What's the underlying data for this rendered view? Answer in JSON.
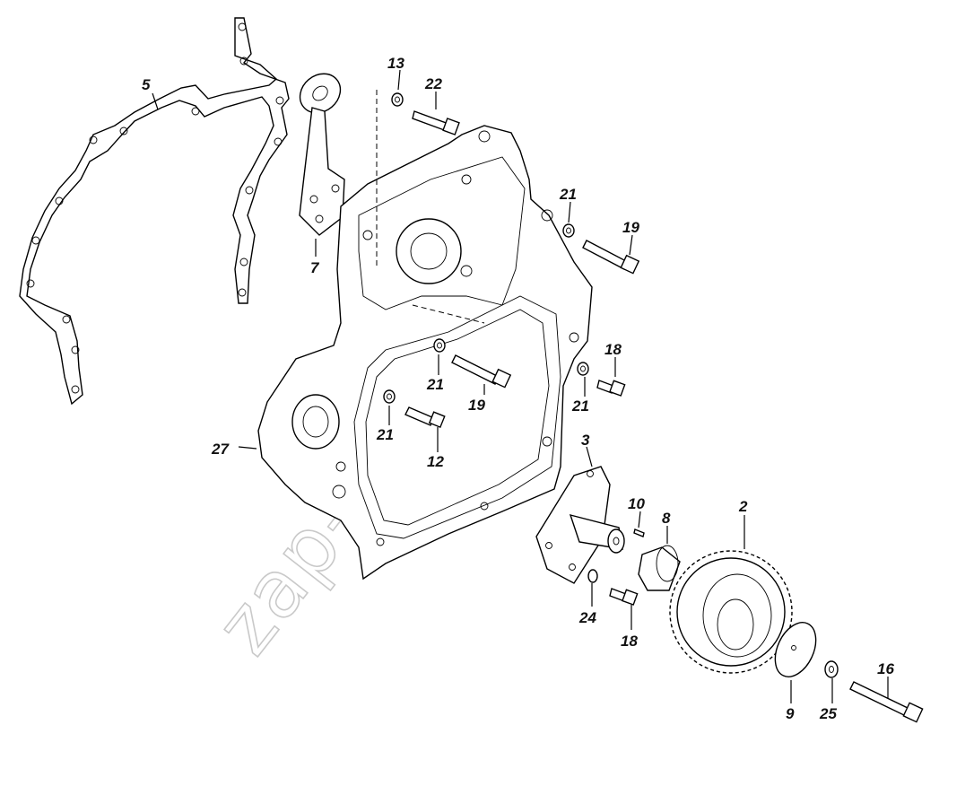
{
  "watermark": "zap-kam.ru",
  "callouts": [
    {
      "id": "c5",
      "text": "5"
    },
    {
      "id": "c13",
      "text": "13"
    },
    {
      "id": "c22",
      "text": "22"
    },
    {
      "id": "c7",
      "text": "7"
    },
    {
      "id": "c21a",
      "text": "21"
    },
    {
      "id": "c19a",
      "text": "19"
    },
    {
      "id": "c18a",
      "text": "18"
    },
    {
      "id": "c21b",
      "text": "21"
    },
    {
      "id": "c19b",
      "text": "19"
    },
    {
      "id": "c21c",
      "text": "21"
    },
    {
      "id": "c21d",
      "text": "21"
    },
    {
      "id": "c12",
      "text": "12"
    },
    {
      "id": "c27",
      "text": "27"
    },
    {
      "id": "c3",
      "text": "3"
    },
    {
      "id": "c10",
      "text": "10"
    },
    {
      "id": "c8",
      "text": "8"
    },
    {
      "id": "c2",
      "text": "2"
    },
    {
      "id": "c24",
      "text": "24"
    },
    {
      "id": "c18b",
      "text": "18"
    },
    {
      "id": "c16",
      "text": "16"
    },
    {
      "id": "c9",
      "text": "9"
    },
    {
      "id": "c25",
      "text": "25"
    }
  ]
}
